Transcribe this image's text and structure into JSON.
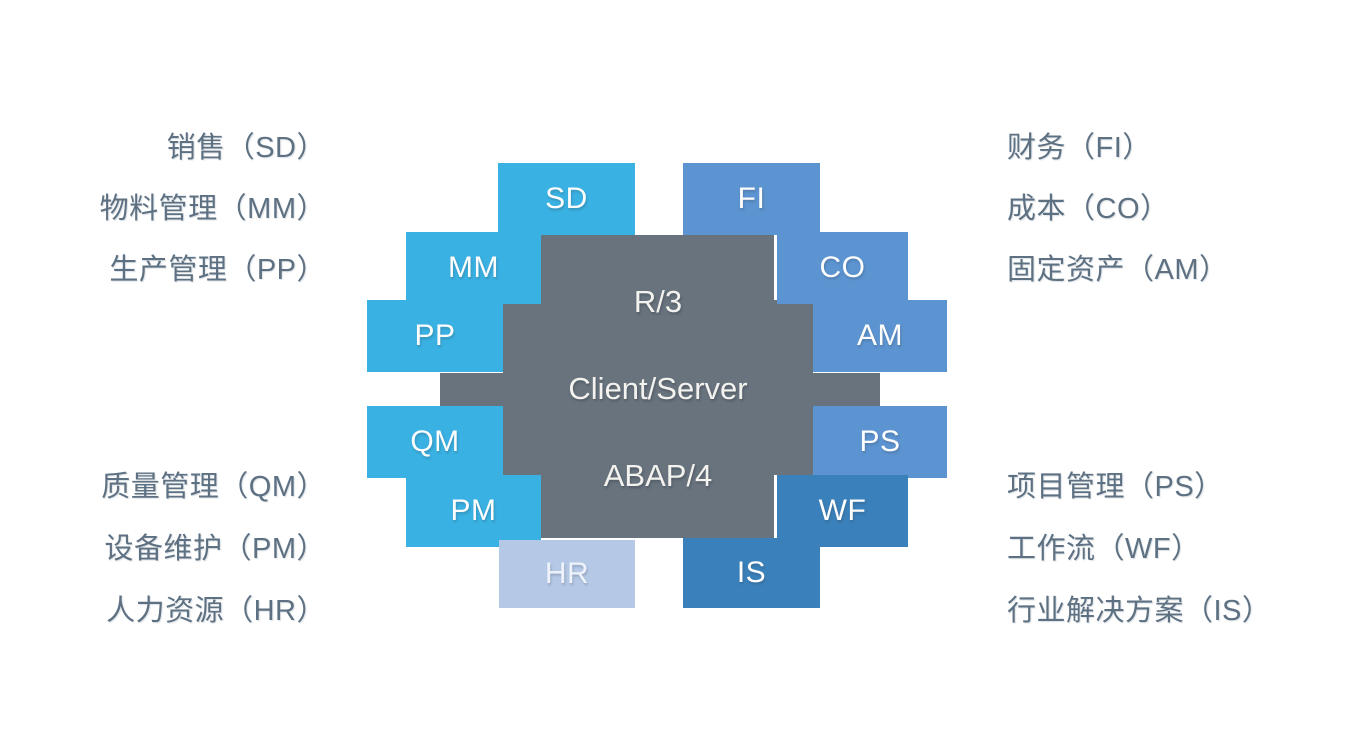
{
  "center": {
    "line1": "R/3",
    "line2": "Client/Server",
    "line3": "ABAP/4"
  },
  "modules": [
    {
      "code": "SD"
    },
    {
      "code": "FI"
    },
    {
      "code": "MM"
    },
    {
      "code": "CO"
    },
    {
      "code": "PP"
    },
    {
      "code": "AM"
    },
    {
      "code": "QM"
    },
    {
      "code": "PS"
    },
    {
      "code": "PM"
    },
    {
      "code": "WF"
    },
    {
      "code": "IS"
    },
    {
      "code": "HR"
    }
  ],
  "labels": {
    "left": [
      "销售（SD）",
      "物料管理（MM）",
      "生产管理（PP）",
      "质量管理（QM）",
      "设备维护（PM）",
      "人力资源（HR）"
    ],
    "right": [
      "财务（FI）",
      "成本（CO）",
      "固定资产（AM）",
      "项目管理（PS）",
      "工作流（WF）",
      "行业解决方案（IS）"
    ]
  },
  "colors": {
    "cyan": "#39b1e2",
    "blue": "#5c94d1",
    "dark_blue": "#3a80ba",
    "light_blue": "#b5c9e7",
    "core_gray": "#68737e",
    "label_text": "#5e7183",
    "box_text": "#fdfdfd"
  }
}
